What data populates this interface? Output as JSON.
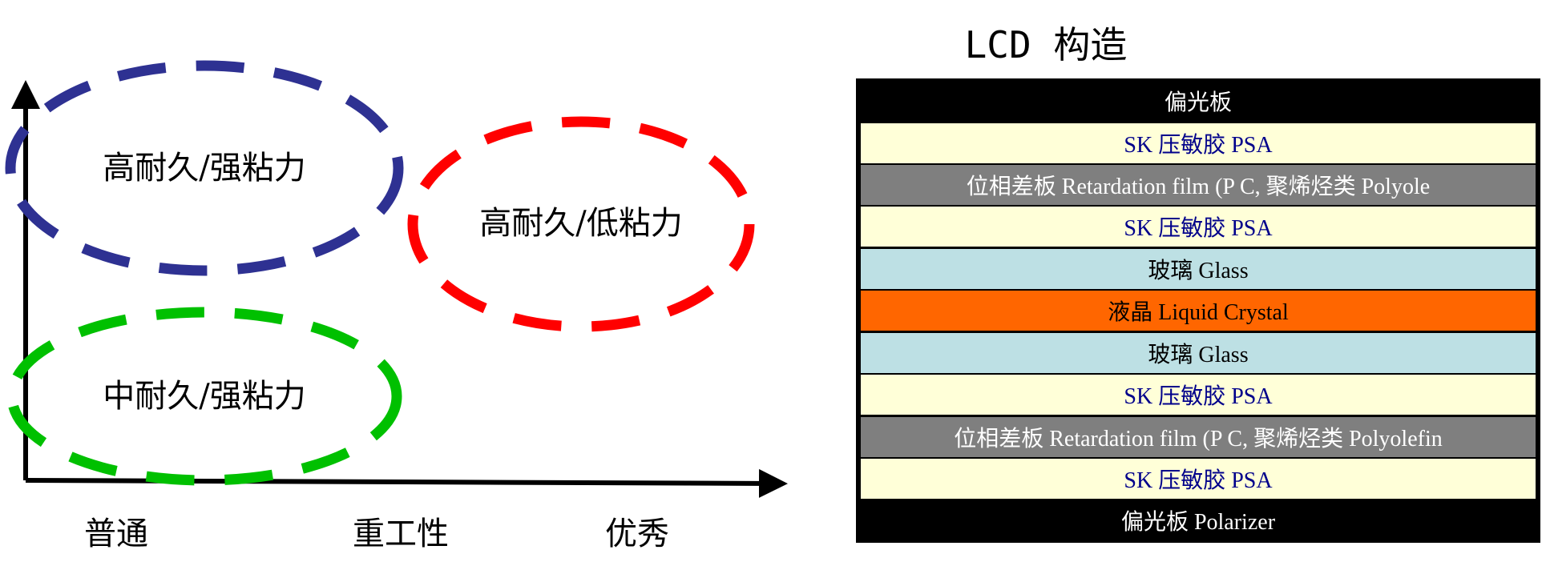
{
  "left_diagram": {
    "ellipses": [
      {
        "label": "高耐久/强粘力",
        "color": "#2E3192"
      },
      {
        "label": "高耐久/低粘力",
        "color": "#FF0000"
      },
      {
        "label": "中耐久/强粘力",
        "color": "#00C000"
      }
    ],
    "x_labels": [
      "普通",
      "重工性",
      "优秀"
    ]
  },
  "lcd": {
    "title": "LCD 构造",
    "layers": [
      {
        "label": "偏光板",
        "bg": "#000000",
        "fg": "#ffffff"
      },
      {
        "label": "SK 压敏胶 PSA",
        "bg": "#FFFFD8",
        "fg": "#00008B"
      },
      {
        "label": "位相差板  Retardation film (P C, 聚烯烃类  Polyole",
        "bg": "#7F7F7F",
        "fg": "#ffffff"
      },
      {
        "label": "SK 压敏胶 PSA",
        "bg": "#FFFFD8",
        "fg": "#00008B"
      },
      {
        "label": "玻璃  Glass",
        "bg": "#BDE0E4",
        "fg": "#000000"
      },
      {
        "label": "液晶  Liquid Crystal",
        "bg": "#FF6600",
        "fg": "#000000"
      },
      {
        "label": "玻璃  Glass",
        "bg": "#BDE0E4",
        "fg": "#000000"
      },
      {
        "label": "SK 压敏胶 PSA",
        "bg": "#FFFFD8",
        "fg": "#00008B"
      },
      {
        "label": "位相差板  Retardation film (P C, 聚烯烃类 Polyolefin",
        "bg": "#7F7F7F",
        "fg": "#ffffff"
      },
      {
        "label": "SK 压敏胶 PSA",
        "bg": "#FFFFD8",
        "fg": "#00008B"
      },
      {
        "label": "偏光板  Polarizer",
        "bg": "#000000",
        "fg": "#ffffff"
      }
    ]
  }
}
